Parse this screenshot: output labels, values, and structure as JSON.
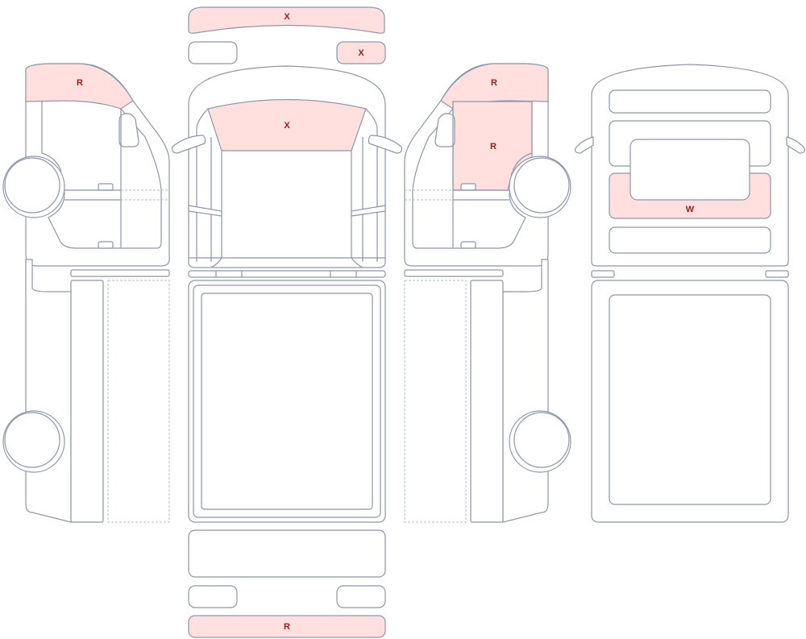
{
  "colors": {
    "outline": "#8d97a8",
    "highlight_fill": "#ffe0de",
    "label": "#9b1c1c"
  },
  "zones": {
    "roof_front": "X",
    "top_right_pad": "X",
    "windshield": "X",
    "left_front_window": "R",
    "right_front_window": "R",
    "right_front_door": "R",
    "rear_window": "W",
    "bottom_panel": "R"
  }
}
